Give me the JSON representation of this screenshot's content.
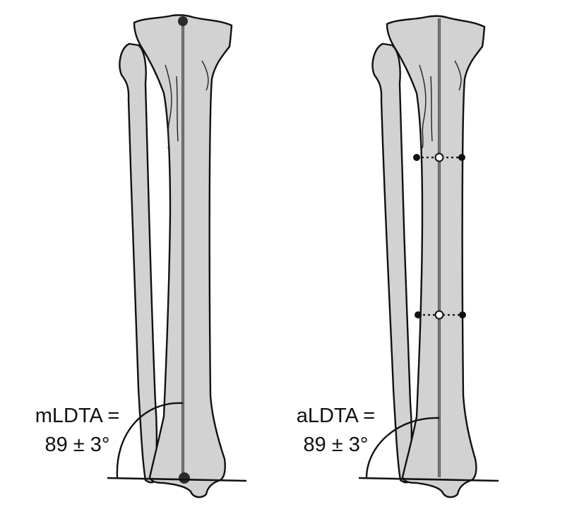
{
  "panels": [
    {
      "angle_name": "mLDTA =",
      "angle_value": "89 ± 3°"
    },
    {
      "angle_name": "aLDTA =",
      "angle_value": "89 ± 3°"
    }
  ]
}
